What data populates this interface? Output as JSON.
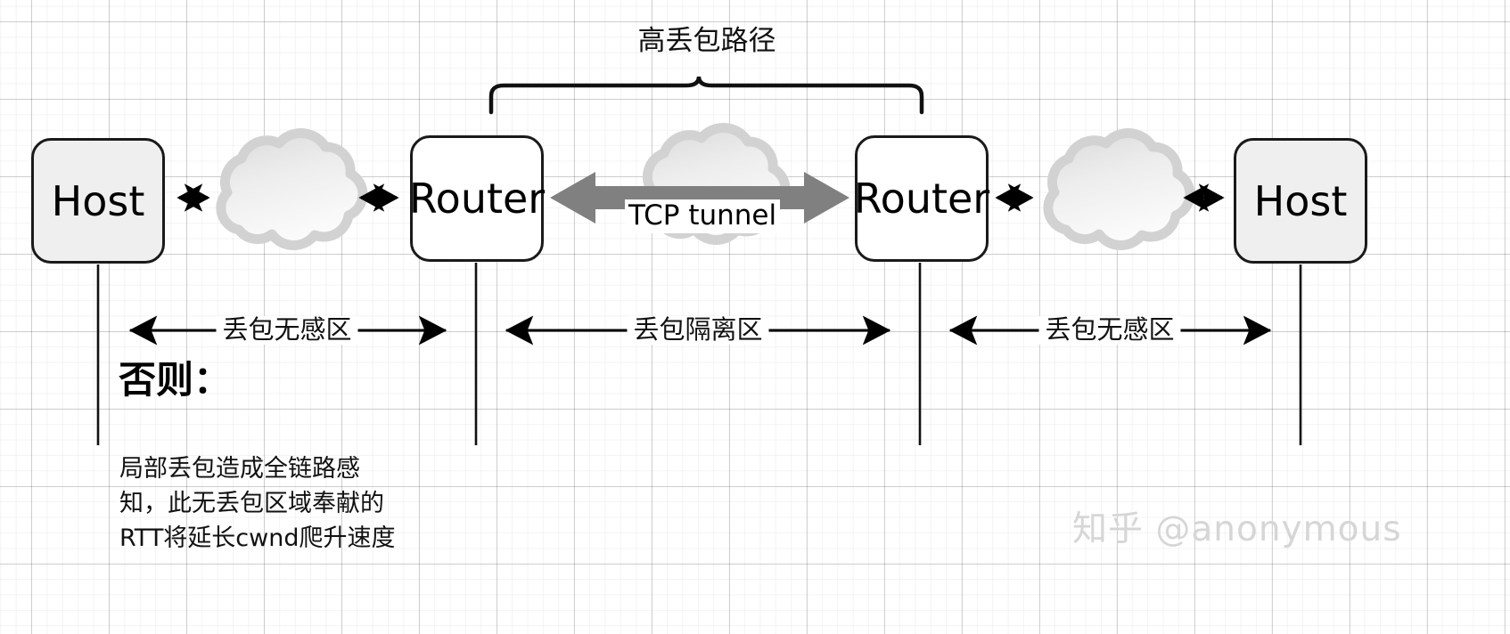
{
  "diagram": {
    "title": "高丢包路径",
    "nodes": [
      {
        "id": "host-left",
        "label": "Host",
        "type": "host"
      },
      {
        "id": "cloud-left",
        "label": "",
        "type": "cloud"
      },
      {
        "id": "router-left",
        "label": "Router",
        "type": "router"
      },
      {
        "id": "cloud-mid",
        "label": "",
        "type": "cloud"
      },
      {
        "id": "router-right",
        "label": "Router",
        "type": "router"
      },
      {
        "id": "cloud-right",
        "label": "",
        "type": "cloud"
      },
      {
        "id": "host-right",
        "label": "Host",
        "type": "host"
      }
    ],
    "tunnel": {
      "label": "TCP tunnel",
      "color": "#808080"
    },
    "zones": [
      {
        "id": "zone-left",
        "label": "丢包无感区"
      },
      {
        "id": "zone-mid",
        "label": "丢包隔离区"
      },
      {
        "id": "zone-right",
        "label": "丢包无感区"
      }
    ],
    "note": {
      "heading": "否则：",
      "lines": [
        "局部丢包造成全链路感",
        "知，此无丢包区域奉献的",
        "RTT将延长cwnd爬升速度"
      ]
    },
    "watermark": "知乎 @anonymous",
    "colors": {
      "stroke": "#1a1a1a",
      "host_fill": "#efefef",
      "router_fill": "#ffffff",
      "cloud_outline": "#d3d3d3",
      "tunnel": "#808080",
      "watermark": "#d6d6d6"
    }
  }
}
